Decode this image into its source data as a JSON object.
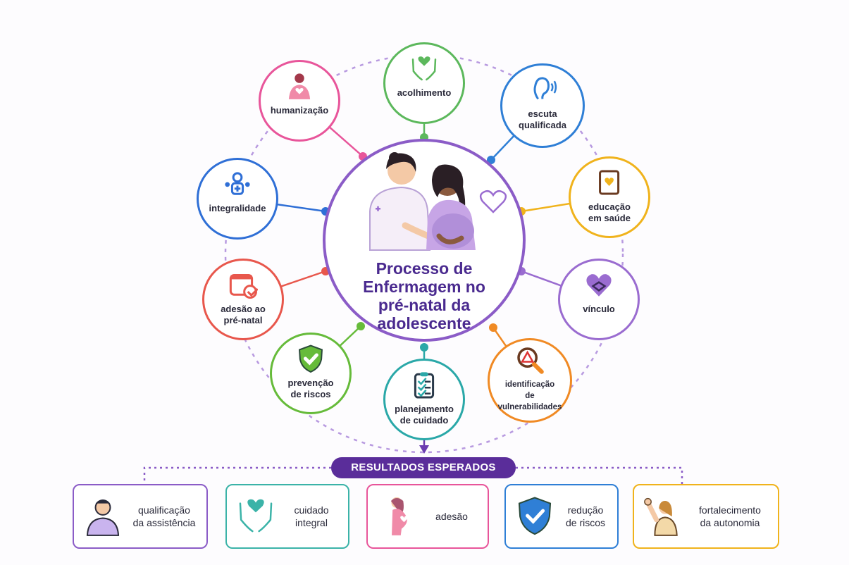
{
  "hub": {
    "title_lines": [
      "Processo de",
      "Enfermagem no",
      "pré-natal da",
      "adolescente"
    ]
  },
  "nodes": [
    {
      "id": "acolhimento",
      "lines": [
        "acolhimento"
      ],
      "color": "#5cb85c",
      "icon": "hands-heart-icon"
    },
    {
      "id": "escuta",
      "lines": [
        "escuta",
        "qualificada"
      ],
      "color": "#2f7fd6",
      "icon": "ear-icon"
    },
    {
      "id": "educacao",
      "lines": [
        "educação",
        "em saúde"
      ],
      "color": "#f0b31c",
      "icon": "book-heart-icon"
    },
    {
      "id": "vinculo",
      "lines": [
        "vínculo"
      ],
      "color": "#9a6cd0",
      "icon": "handshake-heart-icon"
    },
    {
      "id": "identificacao",
      "lines": [
        "identificação",
        "de",
        "vulnerabilidades"
      ],
      "color": "#f08a24",
      "icon": "magnifier-warning-icon"
    },
    {
      "id": "planejamento",
      "lines": [
        "planejamento",
        "de cuidado"
      ],
      "color": "#2aa8a8",
      "icon": "clipboard-checklist-icon"
    },
    {
      "id": "prevencao",
      "lines": [
        "prevenção",
        "de riscos"
      ],
      "color": "#66bb3a",
      "icon": "shield-check-icon"
    },
    {
      "id": "adesao",
      "lines": [
        "adesão ao",
        "pré-natal"
      ],
      "color": "#e8574c",
      "icon": "calendar-check-icon"
    },
    {
      "id": "integralidade",
      "lines": [
        "integralidade"
      ],
      "color": "#2f6fd6",
      "icon": "people-cross-icon"
    },
    {
      "id": "humanizacao",
      "lines": [
        "humanização"
      ],
      "color": "#e8559a",
      "icon": "person-heart-icon"
    }
  ],
  "results": {
    "title": "RESULTADOS ESPERADOS",
    "cards": [
      {
        "id": "qualificacao",
        "lines": [
          "qualificação",
          "da assistência"
        ],
        "color": "#8b5cc7",
        "icon": "nurse-icon"
      },
      {
        "id": "cuidado",
        "lines": [
          "cuidado",
          "integral"
        ],
        "color": "#3bb3a8",
        "icon": "hands-heart-icon"
      },
      {
        "id": "adesao",
        "lines": [
          "adesão"
        ],
        "color": "#e8559a",
        "icon": "pregnant-woman-icon"
      },
      {
        "id": "reducao",
        "lines": [
          "redução",
          "de riscos"
        ],
        "color": "#2f7fd6",
        "icon": "shield-check-icon"
      },
      {
        "id": "fortalecimento",
        "lines": [
          "fortalecimento",
          "da autonomia"
        ],
        "color": "#f0b31c",
        "icon": "raised-fist-woman-icon"
      }
    ]
  }
}
